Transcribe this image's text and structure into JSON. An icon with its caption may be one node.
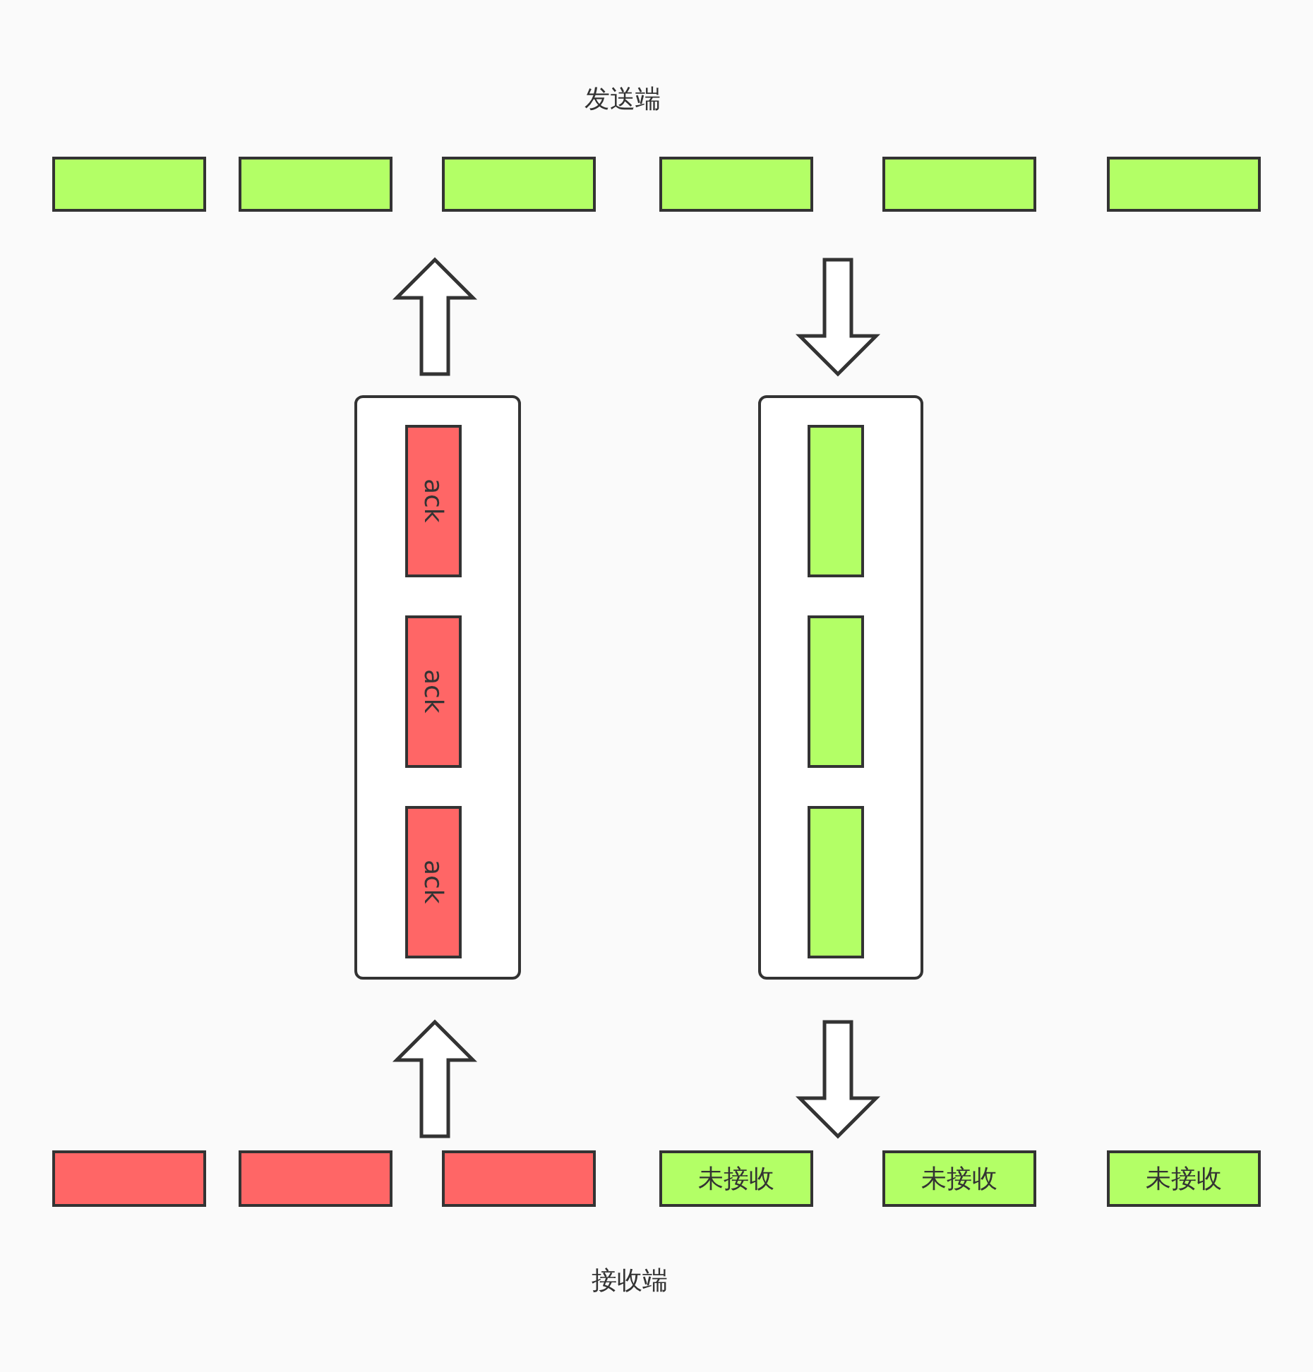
{
  "diagram": {
    "nodes": [
      {
        "text": [],
        "shape": "box"
      },
      {
        "text": [],
        "shape": "box"
      },
      {
        "text": [],
        "shape": "box"
      },
      {
        "text": [],
        "shape": "box"
      },
      {
        "text": [],
        "shape": "box"
      },
      {
        "text": [],
        "shape": "box"
      },
      {
        "text": [],
        "shape": "box"
      },
      {
        "text": [
          "ack"
        ],
        "in": 6
      },
      {
        "text": [
          "ack"
        ],
        "in": 6
      },
      {
        "text": [
          "ack"
        ],
        "in": 6
      },
      {
        "text": [],
        "shape": "box"
      },
      {
        "text": [],
        "shape": "box",
        "in": 10
      },
      {
        "text": [],
        "shape": "box",
        "in": 10
      },
      {
        "text": [],
        "shape": "box",
        "in": 10
      },
      {
        "text": [],
        "shape": "box"
      },
      {
        "text": [],
        "shape": "box"
      },
      {
        "text": [],
        "shape": "box"
      },
      {
        "text": [
          "未接收"
        ]
      },
      {
        "text": [
          "未接收"
        ]
      },
      {
        "text": [
          "未接收"
        ]
      }
    ],
    "edges": [
      {
        "from": 6,
        "to": null,
        "arrow": "to"
      },
      {
        "from": null,
        "to": 10,
        "arrow": "to"
      },
      {
        "from": null,
        "to": 6,
        "arrow": "to"
      },
      {
        "from": 10,
        "to": null,
        "arrow": "to"
      }
    ],
    "labels": [
      "发送端",
      "接收端"
    ]
  }
}
